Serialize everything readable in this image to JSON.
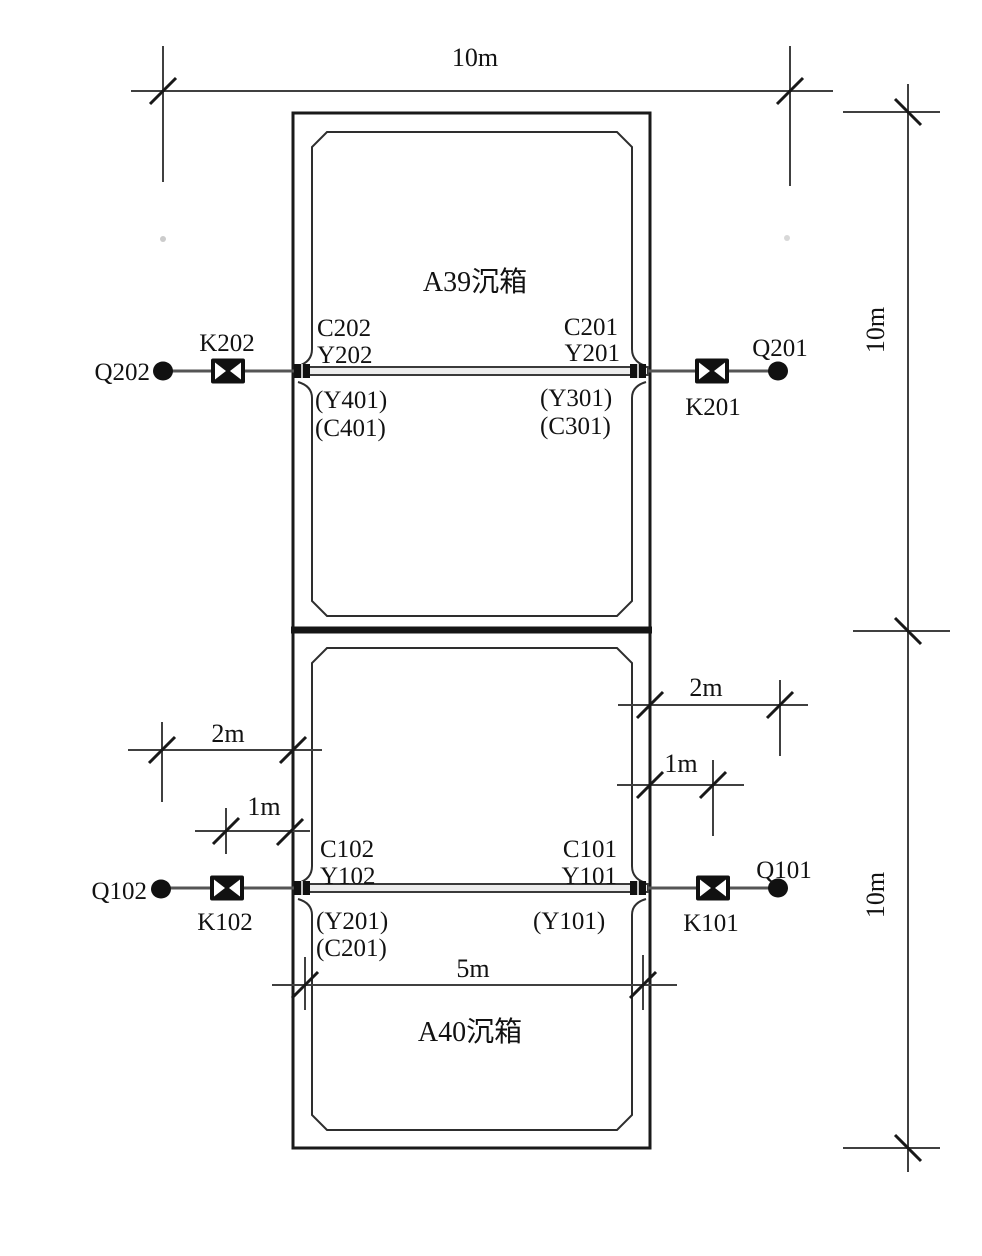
{
  "drawing": {
    "kind": "caisson piping plan",
    "upper_caisson": {
      "title": "A39沉箱"
    },
    "lower_caisson": {
      "title": "A40沉箱"
    }
  },
  "pipes": {
    "upper": {
      "q_left": "Q202",
      "k_left": "K202",
      "q_right": "Q201",
      "k_right": "K201",
      "c_left": "C202",
      "y_left": "Y202",
      "c_right": "C201",
      "y_right": "Y201",
      "alt_left_1": "(Y401)",
      "alt_left_2": "(C401)",
      "alt_right_1": "(Y301)",
      "alt_right_2": "(C301)"
    },
    "lower": {
      "q_left": "Q102",
      "k_left": "K102",
      "q_right": "Q101",
      "k_right": "K101",
      "c_left": "C102",
      "y_left": "Y102",
      "c_right": "C101",
      "y_right": "Y101",
      "alt_left_1": "(Y201)",
      "alt_left_2": "(C201)",
      "alt_right_1": "(Y101)"
    }
  },
  "dimensions": {
    "top_width": "10m",
    "right_upper_height": "10m",
    "right_lower_height": "10m",
    "left_2m": "2m",
    "left_1m": "1m",
    "right_2m": "2m",
    "right_1m": "1m",
    "bottom_5m": "5m"
  },
  "colors": {
    "line": "#1a1a1a",
    "chamber_line": "#2e2e2e",
    "dim_line": "#404040",
    "pipe_fill": "#ececec",
    "symbol_fill": "#111111"
  }
}
